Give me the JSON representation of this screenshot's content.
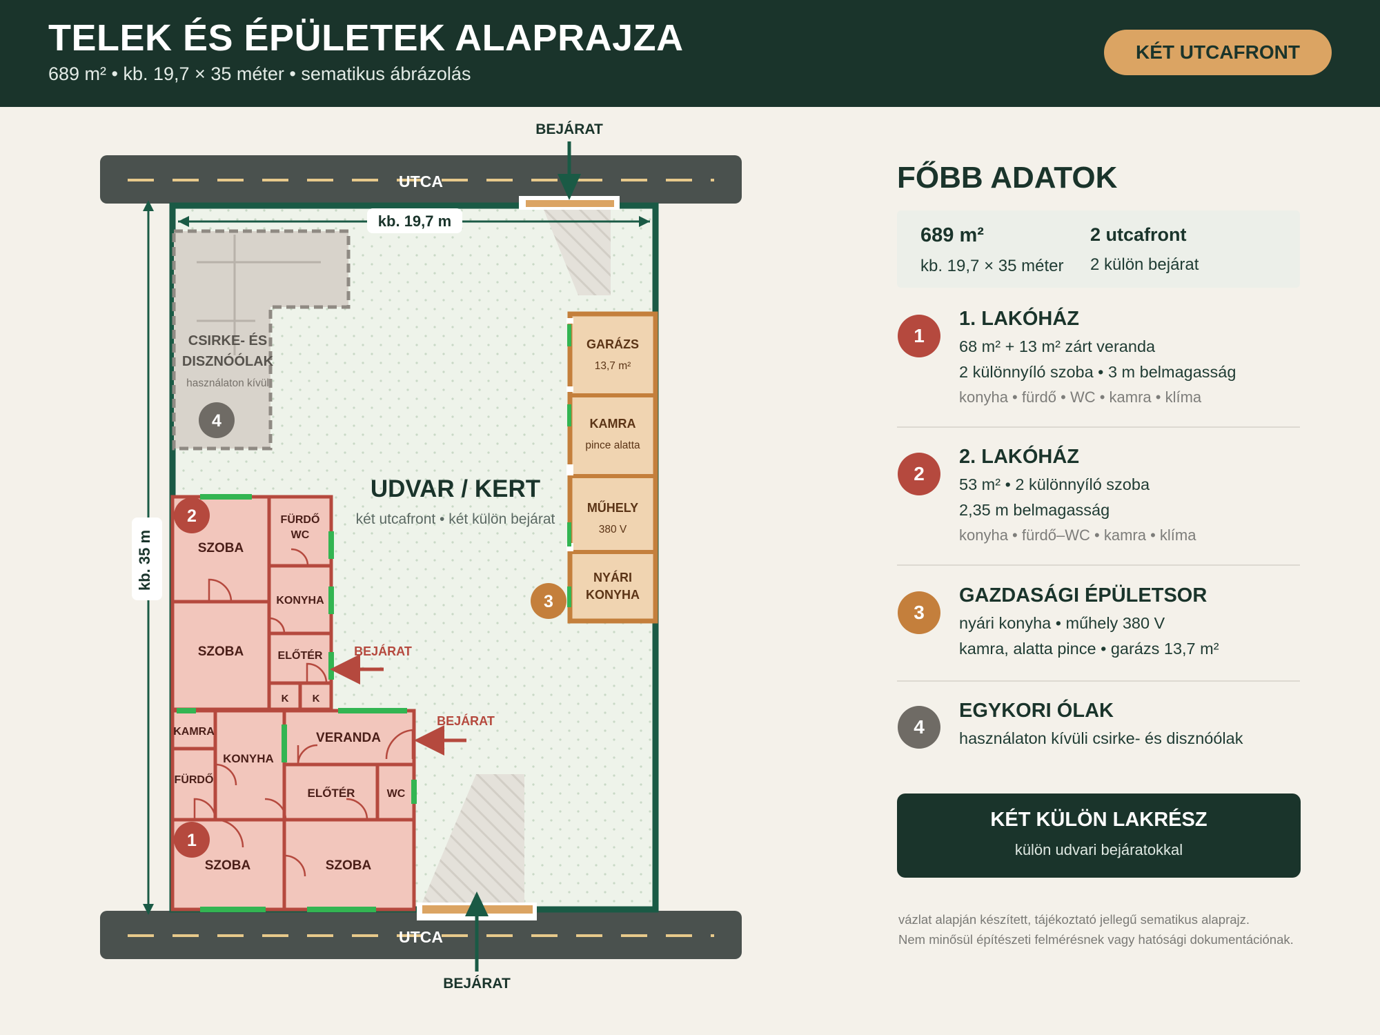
{
  "header": {
    "title": "TELEK ÉS ÉPÜLETEK ALAPRAJZA",
    "subtitle": "689 m² • kb. 19,7 × 35 méter • sematikus ábrázolás",
    "badge": "KÉT UTCAFRONT"
  },
  "plan": {
    "street_top": "UTCA",
    "street_bottom": "UTCA",
    "entrance_top": "BEJÁRAT",
    "entrance_bottom": "BEJÁRAT",
    "entrance_house2": "BEJÁRAT",
    "entrance_house1": "BEJÁRAT",
    "width_label": "kb. 19,7 m",
    "height_label": "kb. 35 m",
    "yard_title": "UDVAR / KERT",
    "yard_sub": "két utcafront • két külön bejárat",
    "pens": {
      "line1": "CSIRKE- ÉS",
      "line2": "DISZNÓÓLAK",
      "status": "használaton kívül",
      "num": "4"
    },
    "outbuildings": {
      "num": "3",
      "garage": "GARÁZS",
      "garage_size": "13,7 m²",
      "pantry": "KAMRA",
      "pantry_note": "pince alatta",
      "workshop": "MŰHELY",
      "workshop_note": "380 V",
      "summer_kitchen_1": "NYÁRI",
      "summer_kitchen_2": "KONYHA"
    },
    "house2": {
      "num": "2",
      "room1": "SZOBA",
      "room2": "SZOBA",
      "bath1": "FÜRDŐ",
      "bath2": "WC",
      "kitchen": "KONYHA",
      "hall": "ELŐTÉR",
      "k1": "K",
      "k2": "K"
    },
    "house1": {
      "num": "1",
      "pantry": "KAMRA",
      "kitchen": "KONYHA",
      "bath": "FÜRDŐ",
      "veranda": "VERANDA",
      "hall": "ELŐTÉR",
      "wc": "WC",
      "room1": "SZOBA",
      "room2": "SZOBA"
    }
  },
  "info": {
    "title": "FŐBB ADATOK",
    "stats": [
      {
        "value": "689 m²",
        "label": "kb. 19,7 × 35 méter"
      },
      {
        "value": "2 utcafront",
        "label": "2 külön bejárat"
      }
    ],
    "items": [
      {
        "num": "1",
        "color": "#b5493e",
        "title": "1. LAKÓHÁZ",
        "line1": "68 m² + 13 m² zárt veranda",
        "line2": "2 különnyíló szoba • 3 m belmagasság",
        "line3": "konyha • fürdő • WC • kamra • klíma"
      },
      {
        "num": "2",
        "color": "#b5493e",
        "title": "2. LAKÓHÁZ",
        "line1": "53 m² • 2 különnyíló szoba",
        "line2": "2,35 m belmagasság",
        "line3": "konyha • fürdő–WC • kamra • klíma"
      },
      {
        "num": "3",
        "color": "#c47f3c",
        "title": "GAZDASÁGI ÉPÜLETSOR",
        "line1": "nyári konyha • műhely 380 V",
        "line2": "kamra, alatta pince • garázs 13,7 m²"
      },
      {
        "num": "4",
        "color": "#6f6b65",
        "title": "EGYKORI ÓLAK",
        "line1": "használaton kívüli csirke- és disznóólak"
      }
    ],
    "cta": {
      "title": "KÉT KÜLÖN LAKRÉSZ",
      "subtitle": "külön udvari bejáratokkal"
    },
    "note1": "vázlat alapján készített, tájékoztató jellegű sematikus alaprajz.",
    "note2": "Nem minősül építészeti felmérésnek vagy hatósági dokumentációnak."
  },
  "colors": {
    "dark_green": "#1a342b",
    "house": "#f2c6bc",
    "house_wall": "#b5493e",
    "outbuilding": "#f0d4b1",
    "outbuilding_wall": "#c47f3c",
    "pens": "#d8d3cb",
    "yard": "#eef3ea",
    "accent": "#dba463",
    "window": "#33b552"
  }
}
